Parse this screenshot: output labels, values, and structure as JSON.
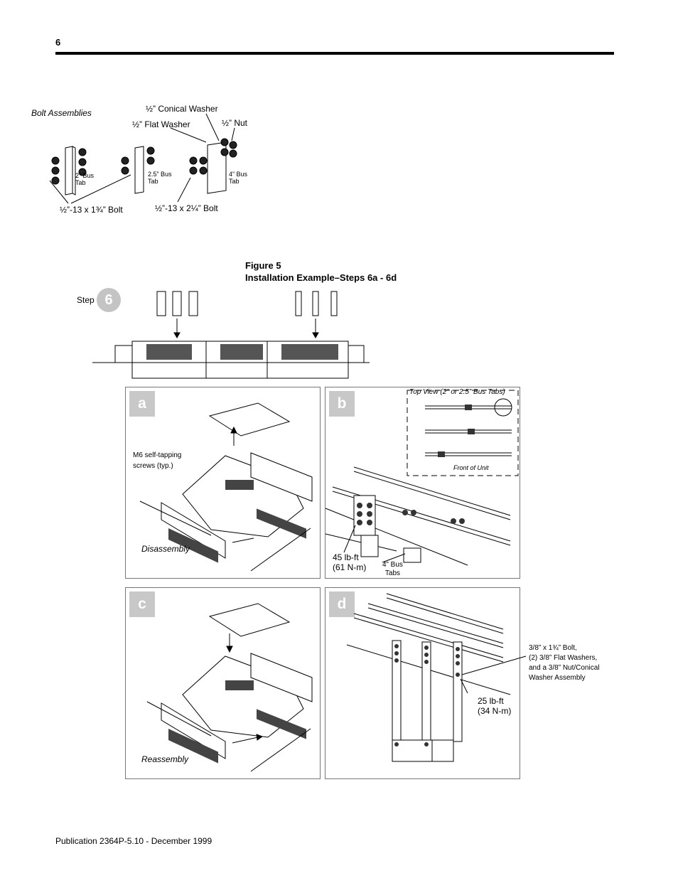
{
  "page_number": "6",
  "bolt_assemblies": {
    "title": "Bolt Assemblies",
    "conical_washer": "½” Conical Washer",
    "flat_washer": "½” Flat Washer",
    "nut": "½” Nut",
    "tab_2": "2” Bus\nTab",
    "tab_25": "2.5” Bus\nTab",
    "tab_4": "4” Bus\nTab",
    "bolt_short": "½”-13 x 1¾” Bolt",
    "bolt_long": "½”-13 x 2¼” Bolt"
  },
  "figure": {
    "label": "Figure 5",
    "title": "Installation Example–Steps 6a - 6d"
  },
  "step": {
    "label": "Step",
    "number": "6"
  },
  "panels": {
    "a": {
      "letter": "a",
      "screws_note": "M6 self-tapping\nscrews (typ.)",
      "caption": "Disassembly"
    },
    "b": {
      "letter": "b",
      "top_view": "Top View (2” or 2.5” Bus Tabs)",
      "front_of_unit": "Front of Unit",
      "torque": "45 lb-ft\n(61 N-m)",
      "bus_tabs": "4” Bus\nTabs"
    },
    "c": {
      "letter": "c",
      "caption": "Reassembly"
    },
    "d": {
      "letter": "d",
      "torque": "25 lb-ft\n(34 N-m)",
      "bolt_note": "3/8” x 1¾” Bolt,\n(2) 3/8” Flat Washers,\nand a 3/8” Nut/Conical\nWasher Assembly"
    }
  },
  "footer": "Publication 2364P-5.10 - December 1999"
}
